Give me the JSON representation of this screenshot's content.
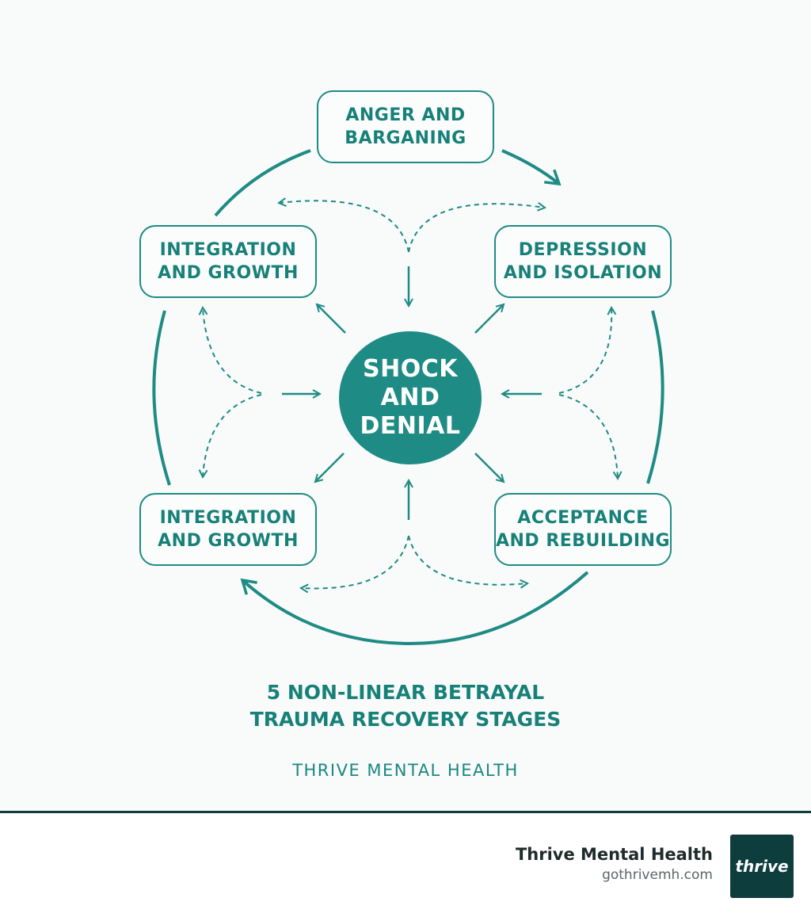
{
  "colors": {
    "accent": "#1e8c84",
    "text": "#178179",
    "footer_dark": "#0e3d3d"
  },
  "stages": {
    "top": {
      "line1": "ANGER AND",
      "line2": "BARGANING"
    },
    "left": {
      "line1": "INTEGRATION",
      "line2": "AND GROWTH"
    },
    "right": {
      "line1": "DEPRESSION",
      "line2": "AND ISOLATION"
    },
    "bottom_left": {
      "line1": "INTEGRATION",
      "line2": "AND GROWTH"
    },
    "bottom_right": {
      "line1": "ACCEPTANCE",
      "line2": "AND REBUILDING"
    }
  },
  "center": {
    "line1": "SHOCK",
    "line2": "AND",
    "line3": "DENIAL"
  },
  "title": {
    "line1": "5 NON-LINEAR BETRAYAL",
    "line2": "TRAUMA RECOVERY STAGES"
  },
  "subtitle": "THRIVE MENTAL HEALTH",
  "footer": {
    "name": "Thrive Mental Health",
    "url": "gothrivemh.com",
    "logo_text": "thrive"
  }
}
